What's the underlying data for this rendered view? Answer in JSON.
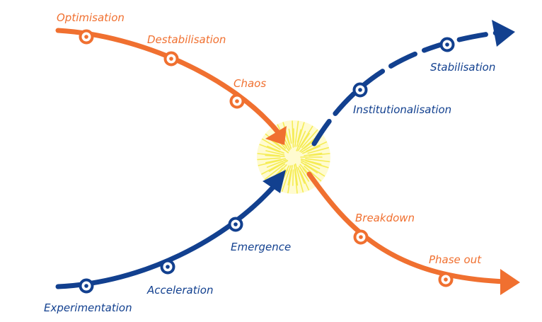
{
  "colors": {
    "orange": "#f07030",
    "blue": "#12408f",
    "burst": "#f5ec55",
    "burst_core": "#fffbd0"
  },
  "labels": {
    "optimisation": "Optimisation",
    "destabilisation": "Destabilisation",
    "chaos": "Chaos",
    "institutionalisation": "Institutionalisation",
    "stabilisation": "Stabilisation",
    "breakdown": "Breakdown",
    "phase_out": "Phase out",
    "experimentation": "Experimentation",
    "acceleration": "Acceleration",
    "emergence": "Emergence"
  }
}
